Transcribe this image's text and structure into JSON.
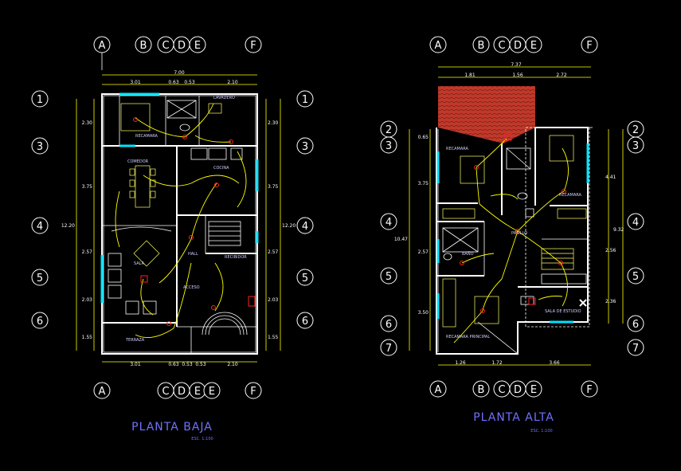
{
  "plans": [
    {
      "title": "PLANTA BAJA",
      "scale": "ESC. 1:100",
      "col_labels": [
        "A",
        "B",
        "C",
        "D",
        "E",
        "F"
      ],
      "bottom_col_labels": [
        "A",
        "C",
        "D",
        "E",
        "E",
        "F"
      ],
      "row_labels": [
        "1",
        "3",
        "4",
        "5",
        "6"
      ],
      "top_dims": {
        "total": "7.00",
        "a": "3.01",
        "b": "0.63",
        "c": "0.53",
        "d": "2.10"
      },
      "bottom_dims": {
        "a": "3.01",
        "b": "0.63",
        "c": "0.53",
        "d": "0.53",
        "e": "2.10"
      },
      "left_dims": {
        "total": "12.20",
        "a": "2.30",
        "b": "3.75",
        "c": "2.57",
        "d": "2.03",
        "e": "1.55"
      },
      "right_dims": {
        "total": "12.20",
        "a": "2.30",
        "b": "3.75",
        "c": "2.57",
        "d": "2.03",
        "e": "1.55"
      },
      "rooms": {
        "lavadero": "LAVADERO",
        "recamara": "RECAMARA",
        "comedor": "COMEDOR",
        "cocina": "COCINA",
        "sala": "SALA",
        "hall": "HALL",
        "recibidor": "RECIBIDOR",
        "acceso": "ACCESO",
        "terraza": "TERRAZA"
      }
    },
    {
      "title": "PLANTA ALTA",
      "scale": "ESC. 1:100",
      "col_labels": [
        "A",
        "B",
        "C",
        "D",
        "E",
        "F"
      ],
      "bottom_col_labels": [
        "A",
        "B",
        "C",
        "D",
        "E",
        "F"
      ],
      "row_labels": [
        "2",
        "3",
        "4",
        "5",
        "6",
        "7"
      ],
      "right_row_labels": [
        "2",
        "3",
        "4",
        "5",
        "6",
        "7"
      ],
      "top_dims": {
        "total": "7.37",
        "a": "1.81",
        "b": "1.56",
        "c": "2.72"
      },
      "bottom_dims": {
        "a": "1.26",
        "b": "1.72",
        "c": "3.66"
      },
      "left_dims": {
        "total": "10.47",
        "a": "0.65",
        "b": "3.75",
        "c": "2.57",
        "d": "3.50"
      },
      "right_dims": {
        "total": "9.32",
        "a": "4.41",
        "b": "2.56",
        "c": "2.36"
      },
      "rooms": {
        "recamara1": "RECAMARA",
        "recamara2": "RECAMARA",
        "pasillo": "PASILLO",
        "bano": "BAÑO",
        "recamara_principal": "RECAMARA PRINCIPAL",
        "sala_estudio": "SALA DE ESTUDIO"
      }
    }
  ],
  "colors": {
    "background": "#000000",
    "walls": "#ffffff",
    "dimensions": "#ffff00",
    "wiring": "#ffff00",
    "outlets": "#ff2020",
    "windows": "#00e5ff",
    "roof_tiles": "#c0392b",
    "titles": "#7070ff"
  }
}
